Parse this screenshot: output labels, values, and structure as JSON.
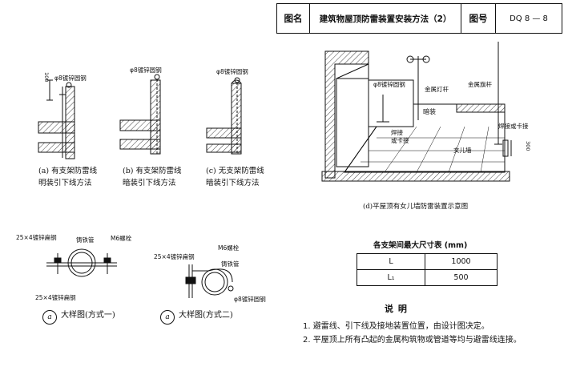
{
  "title_block": {
    "label_name": "图名",
    "drawing_name": "建筑物屋顶防雷装置安装方法（2）",
    "label_no": "图号",
    "drawing_no": "DQ 8 — 8"
  },
  "detail_a": {
    "dim": "100",
    "rod": "φ8镀锌圆钢",
    "caption1": "(a) 有支架防雷线",
    "caption2": "明装引下线方法"
  },
  "detail_b": {
    "rod": "φ8镀锌圆钢",
    "caption1": "(b) 有支架防雷线",
    "caption2": "暗装引下线方法"
  },
  "detail_c": {
    "rod": "φ8镀锌圆钢",
    "caption1": "(c) 无支架防雷线",
    "caption2": "暗装引下线方法"
  },
  "detail_d": {
    "rod": "φ8镀锌圆钢",
    "lamp_post": "金属灯杆",
    "flag_pole": "金属旗杆",
    "concealed": "暗装",
    "weld1": "焊接",
    "weld2": "或卡接",
    "parapet": "女儿墙",
    "weld_clamp": "焊接或卡接",
    "dim300": "300",
    "caption": "(d)平屋顶有女儿墙防雷装置示意图"
  },
  "large_1": {
    "flat_top": "25×4镀锌扁钢",
    "pipe": "铸铁管",
    "bolt": "M6螺栓",
    "flat_bot": "25×4镀锌扁钢",
    "marker": "a",
    "caption": "大样图(方式一)"
  },
  "large_2": {
    "bolt": "M6螺栓",
    "flat": "25×4镀锌扁钢",
    "pipe": "铸铁管",
    "rod": "φ8镀锌圆钢",
    "marker": "a",
    "caption": "大样图(方式二)"
  },
  "table": {
    "title": "各支架间最大尺寸表 (mm)",
    "rows": [
      {
        "key": "L",
        "value": "1000"
      },
      {
        "key": "L₁",
        "value": "500"
      }
    ]
  },
  "notes": {
    "title": "说   明",
    "items": [
      "1. 避雷线、引下线及接地装置位置，由设计图决定。",
      "2. 平屋顶上所有凸起的金属构筑物或管道等均与避雷线连接。"
    ]
  }
}
